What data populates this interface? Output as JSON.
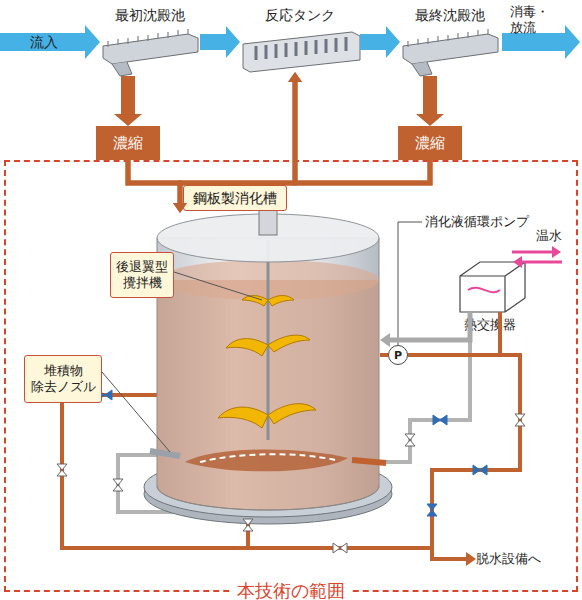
{
  "diagram": {
    "nodes": [
      {
        "text": [
          "最初沈殿池"
        ]
      },
      {
        "text": [
          "反応タンク"
        ]
      },
      {
        "text": [
          "最終沈殿池"
        ]
      },
      {
        "text": [
          "濃縮"
        ]
      },
      {
        "text": [
          "濃縮"
        ]
      },
      {
        "text": [
          "本技術の範囲"
        ]
      },
      {
        "text": [
          "鋼板製消化槽"
        ],
        "in": 5
      },
      {
        "text": [
          "後退翼型 攪拌機"
        ],
        "in": 5
      },
      {
        "text": [
          "堆積物 除去ノズル"
        ],
        "in": 5
      },
      {
        "text": [
          "P"
        ],
        "in": 5
      },
      {
        "text": [
          "熱交換器"
        ],
        "in": 5
      }
    ],
    "edges": [
      {
        "from": 0,
        "to": 1,
        "arrow": "to"
      },
      {
        "from": 1,
        "to": 2,
        "arrow": "to"
      },
      {
        "from": 0,
        "to": 3,
        "arrow": "to"
      },
      {
        "from": 2,
        "to": 4,
        "arrow": "to"
      },
      {
        "from": 3,
        "to": 6,
        "arrow": "to"
      },
      {
        "from": 4,
        "to": 6,
        "arrow": "to"
      },
      {
        "from": 3,
        "to": 1,
        "arrow": "to"
      },
      {
        "from": 4,
        "to": 1,
        "arrow": "to"
      },
      {
        "from": 10,
        "to": 6,
        "arrow": "to"
      },
      {
        "from": 6,
        "to": 9,
        "arrow": "none"
      },
      {
        "from": 9,
        "to": 10,
        "arrow": "none"
      }
    ],
    "labels": [
      "流入",
      "消毒・放流",
      "消化液循環ポンプ",
      "温水",
      "脱水設備へ"
    ]
  }
}
